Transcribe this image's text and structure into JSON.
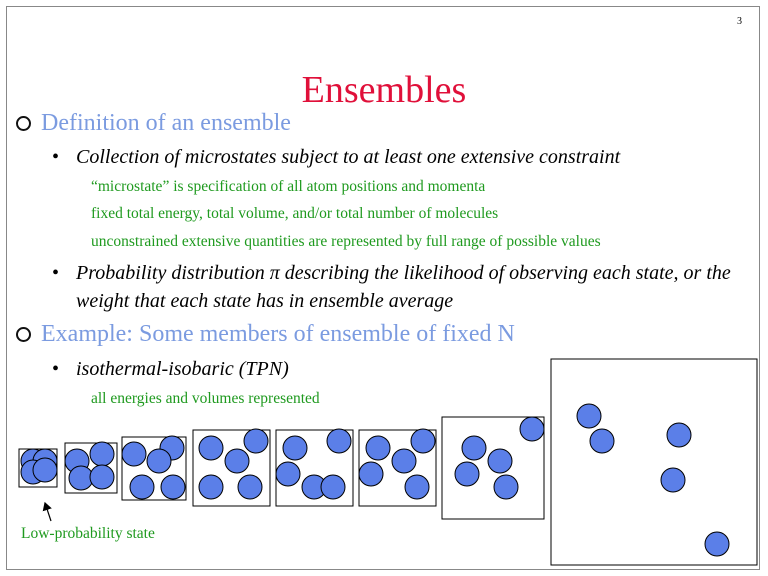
{
  "slide": {
    "page_number": "3",
    "title": "Ensembles",
    "bullets": [
      {
        "text": "Definition of an ensemble"
      },
      {
        "text": "Example:  Some members of ensemble of fixed N"
      }
    ],
    "sub_bullets": [
      {
        "bullet": "•",
        "text": "Collection of microstates subject to at least one extensive constraint"
      },
      {
        "bullet": "•",
        "text": "Probability distribution π describing the likelihood of observing each state, or the weight that each state has in ensemble average"
      },
      {
        "bullet": "•",
        "text": "isothermal-isobaric (TPN)"
      }
    ],
    "details": [
      "“microstate” is specification of all atom positions and momenta",
      "fixed total energy, total volume, and/or total number of molecules",
      "unconstrained extensive quantities are represented by full range of possible values",
      "all energies and volumes represented"
    ],
    "annotation": "Low-probability state"
  },
  "colors": {
    "title": "#e0103a",
    "level1": "#7b9be0",
    "level3": "#1f9a1f",
    "molecule_fill": "#5b7fe8"
  }
}
